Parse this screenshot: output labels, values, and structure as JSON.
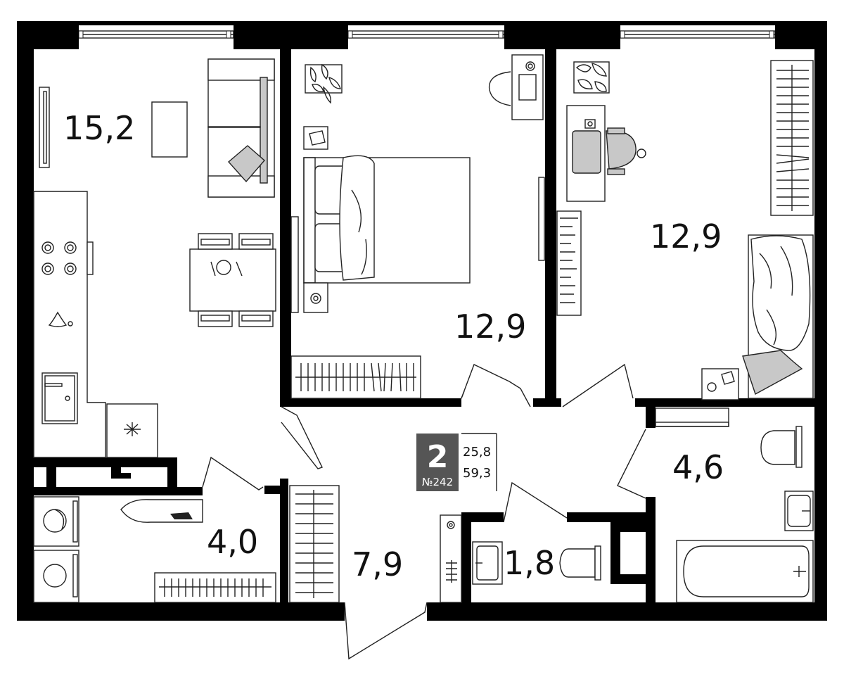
{
  "rooms": {
    "living_kitchen_area": "15,2",
    "bedroom_area": "12,9",
    "second_bedroom_area": "12,9",
    "laundry_area": "4,0",
    "hall_area": "7,9",
    "wc_area": "1,8",
    "bathroom_area": "4,6"
  },
  "summary": {
    "rooms_count": "2",
    "apartment_number": "№242",
    "living_area": "25,8",
    "total_area": "59,3"
  },
  "colors": {
    "walls": "#000000",
    "badge_fill": "#555555",
    "furniture_grey": "#c8c8c8"
  }
}
